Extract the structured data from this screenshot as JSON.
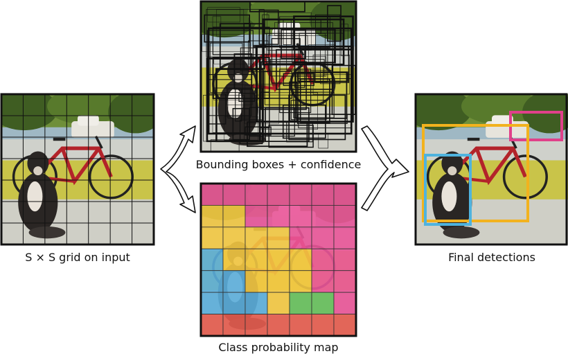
{
  "captions": {
    "grid": "S × S grid on input",
    "boxes": "Bounding boxes + confidence",
    "classmap": "Class probability map",
    "final": "Final detections"
  },
  "grid_size": 7,
  "colors": {
    "sky": "#9fb8c4",
    "tree": "#6f8f3a",
    "tree_dark": "#3f5d22",
    "house": "#d8d4c8",
    "fence_yellow": "#c9c449",
    "floor": "#cfcfc6",
    "bike_red": "#b3232a",
    "dog": "#2a2624",
    "magenta": "#e8448f",
    "yellow": "#f2c230",
    "blue": "#4aa6d8",
    "green": "#55b84a",
    "red": "#e24a3c",
    "frame": "#111111",
    "box_pink": "#e0408a",
    "box_orange": "#f2b21e",
    "box_blue": "#4fb3de"
  },
  "class_map": [
    [
      "magenta",
      "magenta",
      "magenta",
      "magenta",
      "magenta",
      "magenta",
      "magenta"
    ],
    [
      "yellow",
      "yellow",
      "magenta",
      "magenta",
      "magenta",
      "magenta",
      "magenta"
    ],
    [
      "yellow",
      "yellow",
      "yellow",
      "yellow",
      "magenta",
      "magenta",
      "magenta"
    ],
    [
      "blue",
      "yellow",
      "yellow",
      "yellow",
      "yellow",
      "magenta",
      "magenta"
    ],
    [
      "blue",
      "blue",
      "yellow",
      "yellow",
      "yellow",
      "magenta",
      "magenta"
    ],
    [
      "blue",
      "blue",
      "blue",
      "yellow",
      "green",
      "green",
      "magenta"
    ],
    [
      "red",
      "red",
      "red",
      "red",
      "red",
      "red",
      "red"
    ]
  ],
  "detections": [
    {
      "color": "box_pink"
    },
    {
      "color": "box_orange"
    },
    {
      "color": "box_blue"
    }
  ]
}
